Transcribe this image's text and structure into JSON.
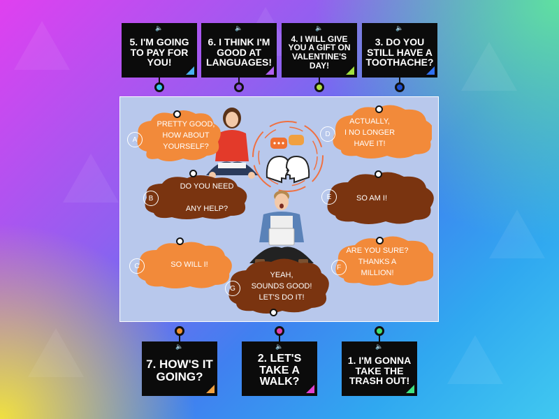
{
  "top_cards": [
    {
      "id": "5",
      "text": "5. I'M GOING TO PAY FOR YOU!",
      "corner": "#4ab0f0",
      "dot": "#38c8f0"
    },
    {
      "id": "6",
      "text": "6. I THINK I'M GOOD AT LANGUAGES!",
      "corner": "#b060f0",
      "dot": "#9050e0"
    },
    {
      "id": "4",
      "text": "4. I WILL GIVE YOU A GIFT ON VALENTINE'S DAY!",
      "corner": "#a0e040",
      "dot": "#b0e040"
    },
    {
      "id": "3",
      "text": "3. DO YOU STILL HAVE A TOOTHACHE?",
      "corner": "#3070f0",
      "dot": "#2050d0"
    }
  ],
  "bottom_cards": [
    {
      "id": "7",
      "text": "7. HOW'S IT GOING?",
      "corner": "#f0a040",
      "dot": "#f09030"
    },
    {
      "id": "2",
      "text": "2. LET'S TAKE A WALK?",
      "corner": "#e040d0",
      "dot": "#e040b0"
    },
    {
      "id": "1",
      "text": "1. I'M GONNA TAKE THE TRASH OUT!",
      "corner": "#40e080",
      "dot": "#40e070"
    }
  ],
  "speaker_glyph": "🔈",
  "responses": [
    {
      "letter": "A",
      "text": "PRETTY GOOD,\nHOW ABOUT\nYOURSELF?",
      "color": "orange"
    },
    {
      "letter": "B",
      "text": "DO YOU NEED\n\nANY HELP?",
      "color": "brown"
    },
    {
      "letter": "C",
      "text": "SO WILL I!",
      "color": "orange"
    },
    {
      "letter": "D",
      "text": "ACTUALLY,\nI NO LONGER\nHAVE IT!",
      "color": "orange"
    },
    {
      "letter": "E",
      "text": "SO AM I!",
      "color": "brown"
    },
    {
      "letter": "F",
      "text": "ARE YOU SURE?\nTHANKS A\nMILLION!",
      "color": "orange"
    },
    {
      "letter": "G",
      "text": "YEAH,\nSOUNDS GOOD!\nLET'S DO IT!",
      "color": "brown"
    }
  ],
  "colors": {
    "orange": "#f28a3a",
    "brown": "#7a3410",
    "card_bg": "#0b0b0b"
  }
}
